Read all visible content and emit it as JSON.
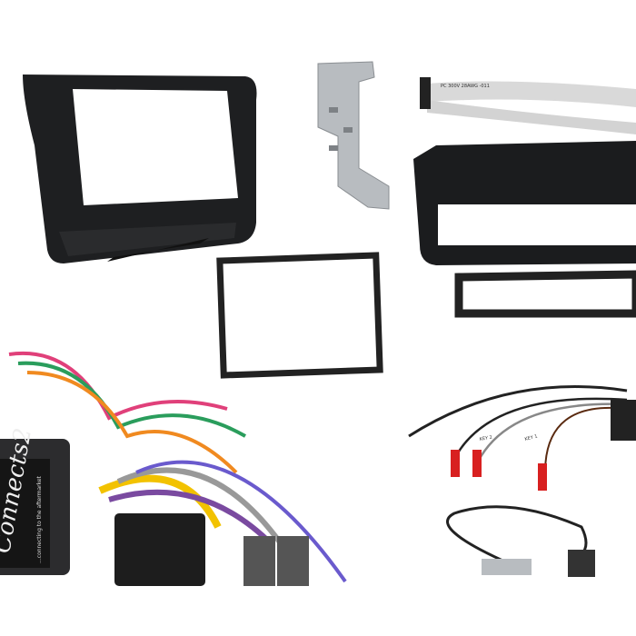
{
  "product_photo": {
    "interface_box": {
      "logo": "Connects2",
      "tagline": "...connecting to the aftermarket",
      "colors": {
        "box": "#2c2c2e",
        "logo": "#eeeeee"
      }
    },
    "ribbon_cable": {
      "print": "PC 300V 28AWG -011"
    },
    "patch_lead": {
      "labels": [
        "KEY 2",
        "KEY 1"
      ]
    },
    "colors": {
      "fascia": "#1e1f21",
      "bracket": "#b8bcc0",
      "ribbon": "#d9d9d9",
      "connector_red": "#d82020"
    }
  }
}
